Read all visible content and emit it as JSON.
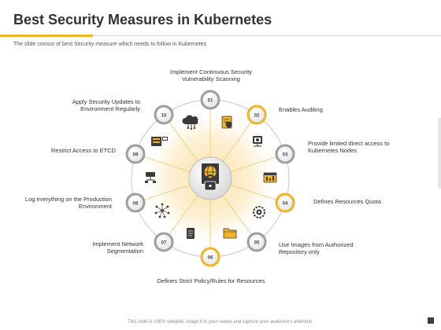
{
  "title": "Best Security Measures in Kubernetes",
  "subtitle": "The slide consist of best Security measure which needs to follow in Kubernetes",
  "footer": "This slide is 100% editable. Adapt it to your needs and capture your audience's attention.",
  "colors": {
    "accent": "#f0b429",
    "ring": "#c9c9c9",
    "icon": "#3a3a3a",
    "center_glow": "#fdf1d6"
  },
  "center_icon": "globe-lock-icon",
  "measures": [
    {
      "num": "01",
      "label": "Implement Continuous Security Vulnerability Scanning",
      "icon": "none"
    },
    {
      "num": "02",
      "label": "Enables Auditing",
      "icon": "document-shield-icon"
    },
    {
      "num": "03",
      "label": "Provide limited direct access to Kubernetes Nodes",
      "icon": "monitor-network-icon"
    },
    {
      "num": "04",
      "label": "Defines Resources Quota",
      "icon": "browser-chart-icon"
    },
    {
      "num": "05",
      "label": "Use Images from Authorized Repository only",
      "icon": "gear-network-icon"
    },
    {
      "num": "06",
      "label": "Defines Strict Policy/Rules for Resources",
      "icon": "folder-icon"
    },
    {
      "num": "07",
      "label": "Implement Network Segmentation",
      "icon": "document-icon"
    },
    {
      "num": "08",
      "label": "Log everything on the Production Environment",
      "icon": "network-nodes-icon"
    },
    {
      "num": "09",
      "label": "Restrict Access to ETCD",
      "icon": "server-network-icon"
    },
    {
      "num": "10",
      "label": "Apply Security Updates to Environment Regularly",
      "icon": "server-rack-icon"
    },
    {
      "num": "",
      "label": "",
      "icon": "cloud-network-icon"
    }
  ]
}
